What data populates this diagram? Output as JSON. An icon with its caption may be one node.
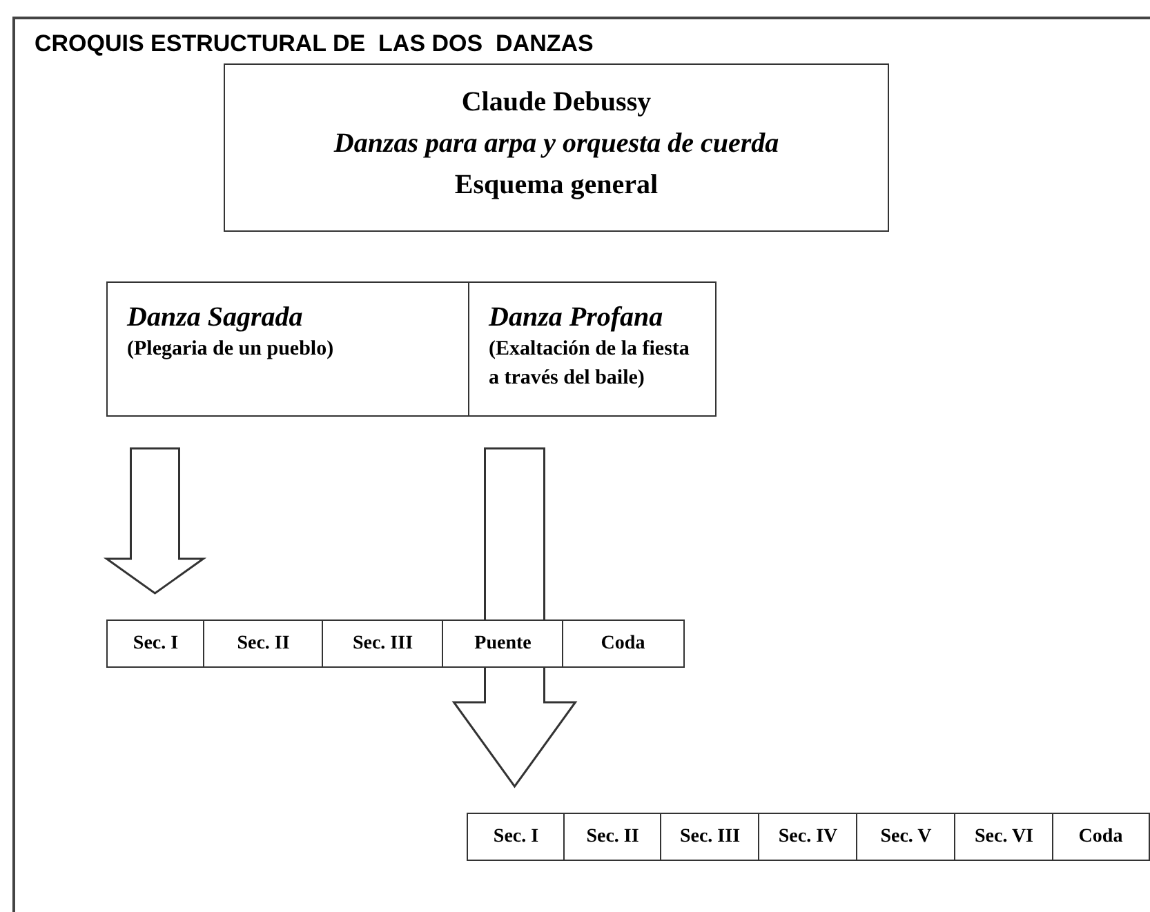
{
  "diagram": {
    "title": "CROQUIS ESTRUCTURAL DE  LAS DOS  DANZAS",
    "nodes": [
      {
        "text": [
          "Claude Debussy",
          "Danzas para arpa y orquesta de cuerda",
          "Esquema general"
        ]
      },
      {
        "text": [
          "Danza Sagrada",
          "(Plegaria de un pueblo)"
        ]
      },
      {
        "text": [
          "Danza Profana",
          "(Exaltación de la fiesta a través del baile)"
        ]
      },
      {
        "text": [
          "Sec. I"
        ]
      },
      {
        "text": [
          "Sec. II"
        ]
      },
      {
        "text": [
          "Sec. III"
        ]
      },
      {
        "text": [
          "Puente"
        ]
      },
      {
        "text": [
          "Coda"
        ]
      },
      {
        "text": [
          "Sec. I"
        ]
      },
      {
        "text": [
          "Sec. II"
        ]
      },
      {
        "text": [
          "Sec. III"
        ]
      },
      {
        "text": [
          "Sec. IV"
        ]
      },
      {
        "text": [
          "Sec. V"
        ]
      },
      {
        "text": [
          "Sec. VI"
        ]
      },
      {
        "text": [
          "Coda"
        ]
      }
    ],
    "edges": [
      {
        "from": 1,
        "to": 3,
        "arrow": "to"
      },
      {
        "from": 2,
        "to": 8,
        "arrow": "to"
      }
    ]
  }
}
